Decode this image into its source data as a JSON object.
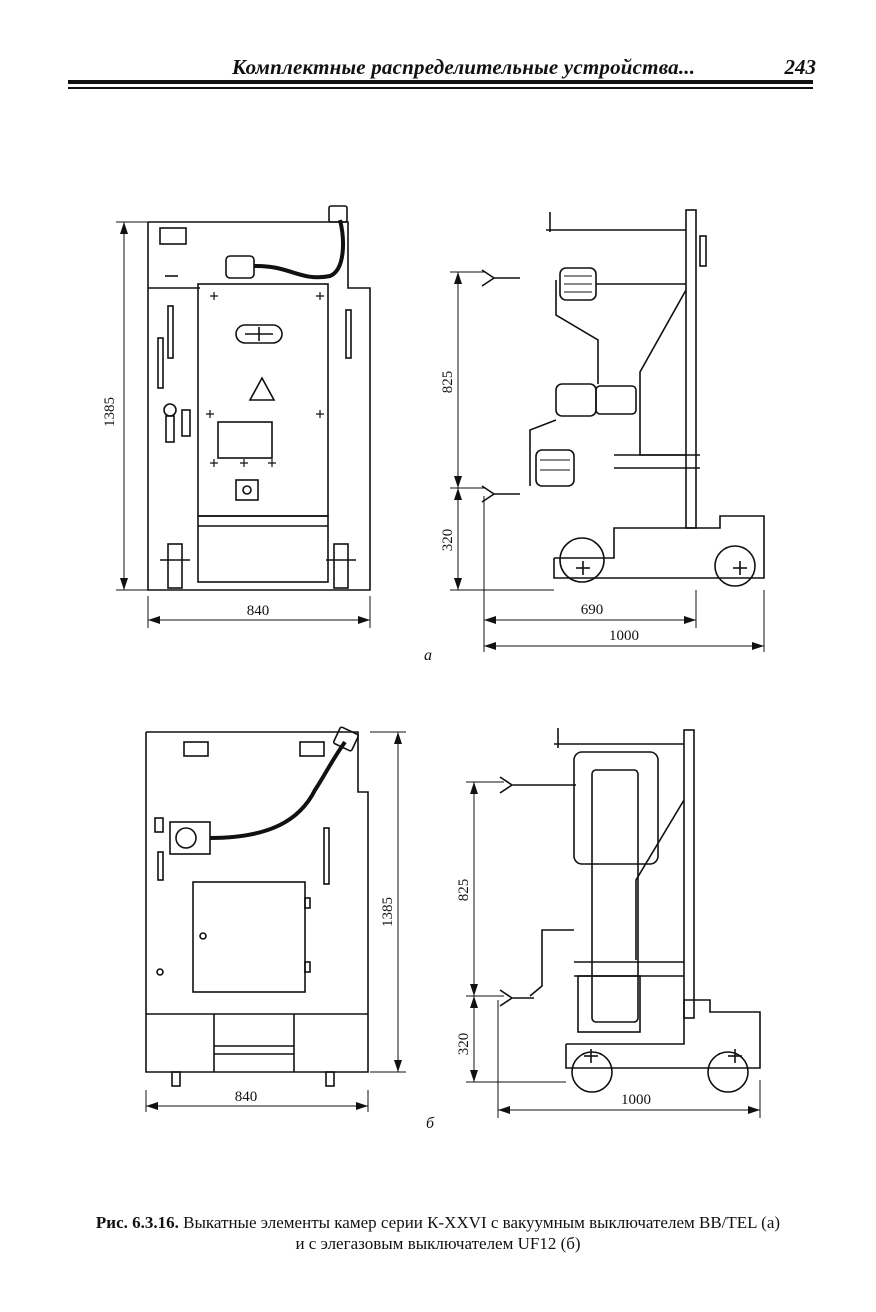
{
  "header": {
    "title": "Комплектные распределительные устройства...",
    "page_number": "243"
  },
  "figure": {
    "part_a": {
      "label": "а",
      "front_view": {
        "height_dim": "1385",
        "width_dim": "840"
      },
      "side_view": {
        "dim_upper": "825",
        "dim_lower": "320",
        "dim_690": "690",
        "dim_1000": "1000"
      }
    },
    "part_b": {
      "label": "б",
      "front_view": {
        "height_dim": "1385",
        "width_dim": "840"
      },
      "side_view": {
        "dim_upper": "825",
        "dim_lower": "320",
        "dim_1000": "1000"
      }
    }
  },
  "caption": {
    "label": "Рис. 6.3.16.",
    "line1": "Выкатные элементы камер серии К-XXVI с вакуумным выключателем ВВ/TEL (а)",
    "line2": "и с элегазовым выключателем UF12 (б)"
  }
}
